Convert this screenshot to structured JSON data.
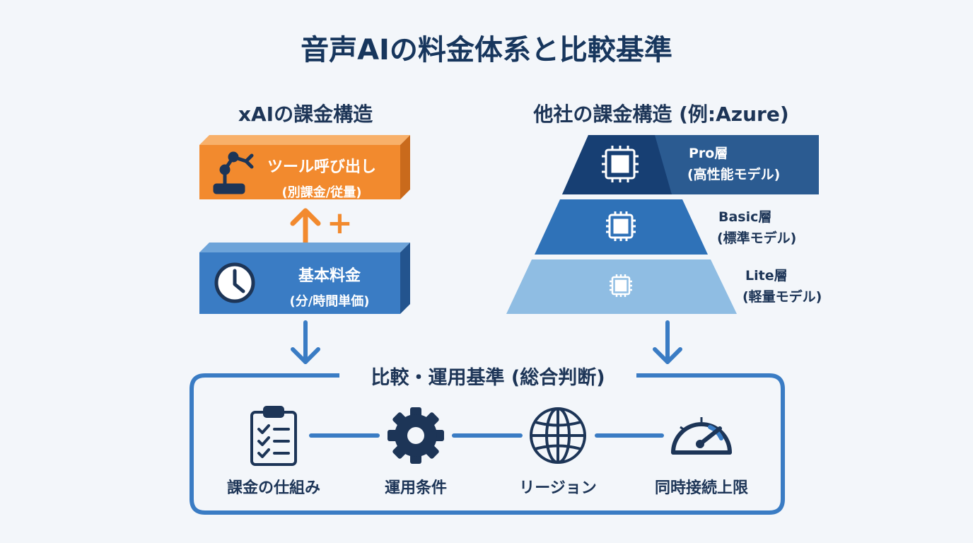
{
  "title": "音声AIの料金体系と比較基準",
  "left": {
    "heading": "xAIの課金構造",
    "tool_box": {
      "line1": "ツール呼び出し",
      "line2": "(別課金/従量)",
      "icon": "robot-arm-icon"
    },
    "plus": "+",
    "base_box": {
      "line1": "基本料金",
      "line2": "(分/時間単価)",
      "icon": "clock-icon"
    }
  },
  "right": {
    "heading": "他社の課金構造 (例:Azure)",
    "tiers": [
      {
        "name": "Pro層",
        "desc": "(高性能モデル)"
      },
      {
        "name": "Basic層",
        "desc": "(標準モデル)"
      },
      {
        "name": "Lite層",
        "desc": "(軽量モデル)"
      }
    ]
  },
  "criteria": {
    "heading": "比較・運用基準 (総合判断)",
    "items": [
      {
        "label": "課金の仕組み",
        "icon": "clipboard-checklist-icon"
      },
      {
        "label": "運用条件",
        "icon": "gear-icon"
      },
      {
        "label": "リージョン",
        "icon": "globe-icon"
      },
      {
        "label": "同時接続上限",
        "icon": "speedometer-icon"
      }
    ]
  },
  "colors": {
    "orange": "#f28a2e",
    "blue": "#3a7cc4",
    "navy": "#1e4a7f",
    "mid_blue": "#2f72b8",
    "light_blue": "#8fbde3",
    "text": "#1d3557"
  }
}
